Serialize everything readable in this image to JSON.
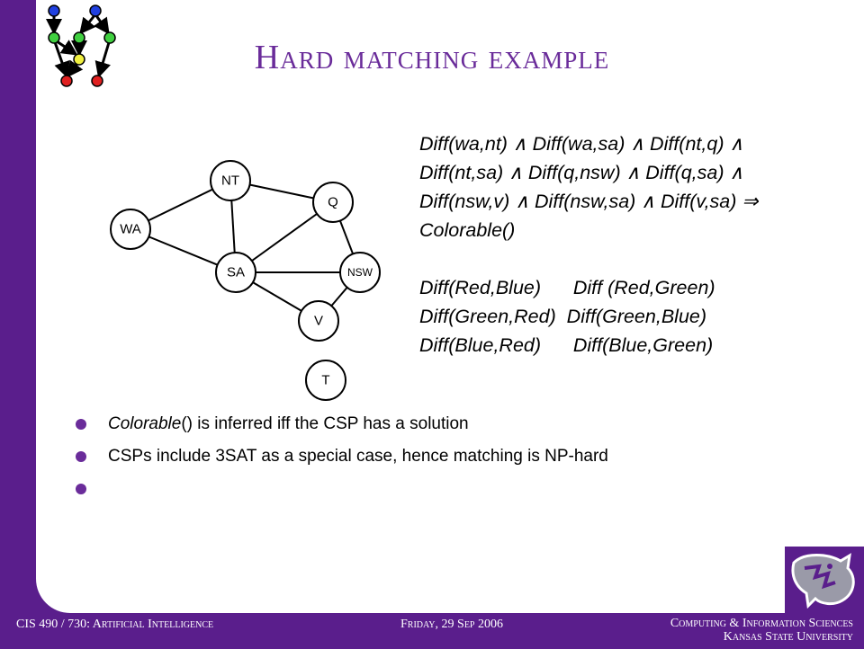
{
  "slide": {
    "title": "Hard matching example",
    "map": {
      "nodes": [
        {
          "id": "nt",
          "label": "NT"
        },
        {
          "id": "wa",
          "label": "WA"
        },
        {
          "id": "q",
          "label": "Q"
        },
        {
          "id": "sa",
          "label": "SA"
        },
        {
          "id": "nsw",
          "label": "NSW"
        },
        {
          "id": "v",
          "label": "V"
        },
        {
          "id": "t",
          "label": "T"
        }
      ]
    },
    "formula_lines": [
      "Diff(wa,nt) ∧ Diff(wa,sa) ∧ Diff(nt,q) ∧",
      "Diff(nt,sa) ∧ Diff(q,nsw) ∧ Diff(q,sa) ∧",
      "Diff(nsw,v) ∧ Diff(nsw,sa) ∧ Diff(v,sa) ⇒",
      "Colorable()"
    ],
    "fact_lines": [
      "Diff(Red,Blue)      Diff (Red,Green)",
      "Diff(Green,Red)  Diff(Green,Blue)",
      "Diff(Blue,Red)      Diff(Blue,Green)"
    ],
    "bullets": {
      "b1_italic": "Colorable",
      "b1_rest": "() is inferred iff the CSP has a solution",
      "b2": "CSPs include 3SAT as a special case, hence matching is NP-hard",
      "b3": ""
    }
  },
  "footer": {
    "left": "CIS 490 / 730: Artificial Intelligence",
    "center": "Friday, 29 Sep 2006",
    "right_line1": "Computing & Information Sciences",
    "right_line2": "Kansas State University"
  },
  "colors": {
    "purple": "#5a1e8c",
    "title": "#6a2c9a",
    "node_blue": "#2040e0",
    "node_green": "#40d040",
    "node_yellow": "#f0f040",
    "node_red": "#e02020"
  }
}
